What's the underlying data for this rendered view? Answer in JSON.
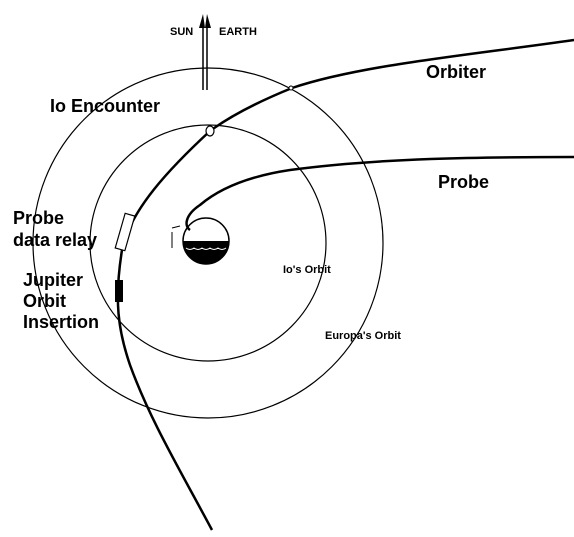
{
  "diagram": {
    "direction": {
      "sun": "SUN",
      "earth": "EARTH"
    },
    "labels": {
      "io_encounter": "Io Encounter",
      "orbiter": "Orbiter",
      "probe": "Probe",
      "probe_data_relay_line1": "Probe",
      "probe_data_relay_line2": "data relay",
      "joi_line1": "Jupiter",
      "joi_line2": "Orbit",
      "joi_line3": "Insertion",
      "io_orbit": "Io's Orbit",
      "europa_orbit": "Europa's Orbit"
    },
    "colors": {
      "ink": "#000000",
      "background": "#ffffff"
    }
  }
}
